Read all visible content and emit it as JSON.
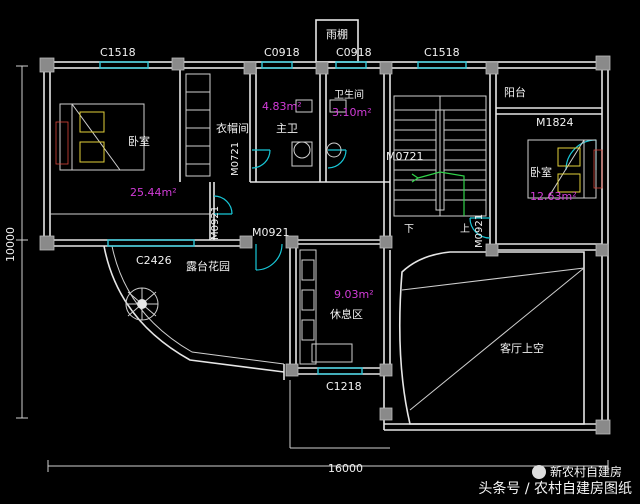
{
  "labels": {
    "canopy": "雨棚",
    "c1518_left": "C1518",
    "c0918_a": "C0918",
    "c0918_b": "C0918",
    "c1518_right": "C1518",
    "balcony": "阳台",
    "m1824": "M1824",
    "bedroom_left": "卧室",
    "bedroom_left_area": "25.44m²",
    "closet": "衣帽间",
    "m0721_a": "M0721",
    "master_bath": "主卫",
    "master_bath_area": "4.83m²",
    "bath": "卫生间",
    "bath_area": "3.10m²",
    "m0721_b": "M0721",
    "bedroom_right": "卧室",
    "bedroom_right_area": "12.63m²",
    "stairs_down": "下",
    "stairs_up": "上",
    "m0921_a": "M0921",
    "m0921_b": "M0921",
    "m0921_c": "M0921",
    "c2426": "C2426",
    "terrace_garden": "露台花园",
    "lounge_area": "9.03m²",
    "lounge": "休息区",
    "living_void": "客厅上空",
    "c1218": "C1218",
    "dim_width": "16000",
    "dim_height": "10000"
  },
  "watermark": {
    "badge": "新农村自建房",
    "text": "头条号 / 农村自建房图纸"
  }
}
